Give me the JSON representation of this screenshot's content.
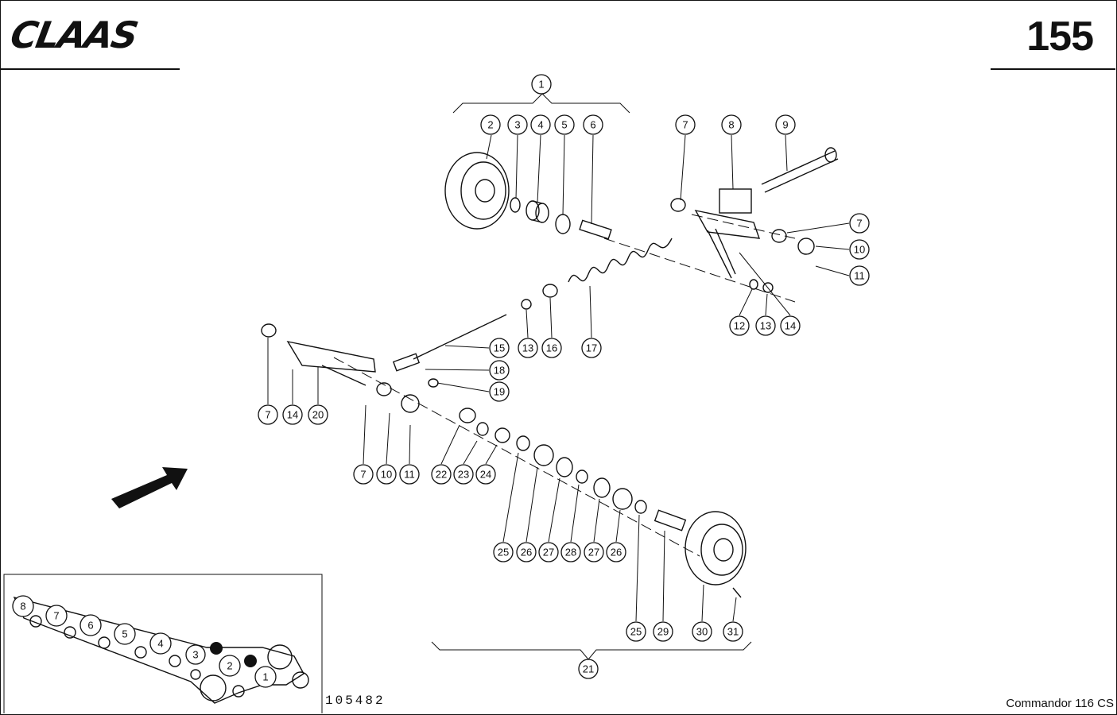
{
  "header": {
    "brand": "CLAAS",
    "page_number": "155"
  },
  "footer": {
    "drawing_number": "105482",
    "model": "Commandor 116 CS"
  },
  "callouts": [
    "1",
    "2",
    "3",
    "4",
    "5",
    "6",
    "7",
    "8",
    "9",
    "7",
    "10",
    "11",
    "12",
    "13",
    "14",
    "13",
    "16",
    "17",
    "15",
    "18",
    "19",
    "7",
    "14",
    "20",
    "7",
    "10",
    "11",
    "22",
    "23",
    "24",
    "25",
    "26",
    "27",
    "28",
    "27",
    "26",
    "25",
    "29",
    "30",
    "31",
    "21"
  ],
  "inset_labels": [
    "8",
    "7",
    "6",
    "5",
    "4",
    "3",
    "2",
    "1"
  ]
}
